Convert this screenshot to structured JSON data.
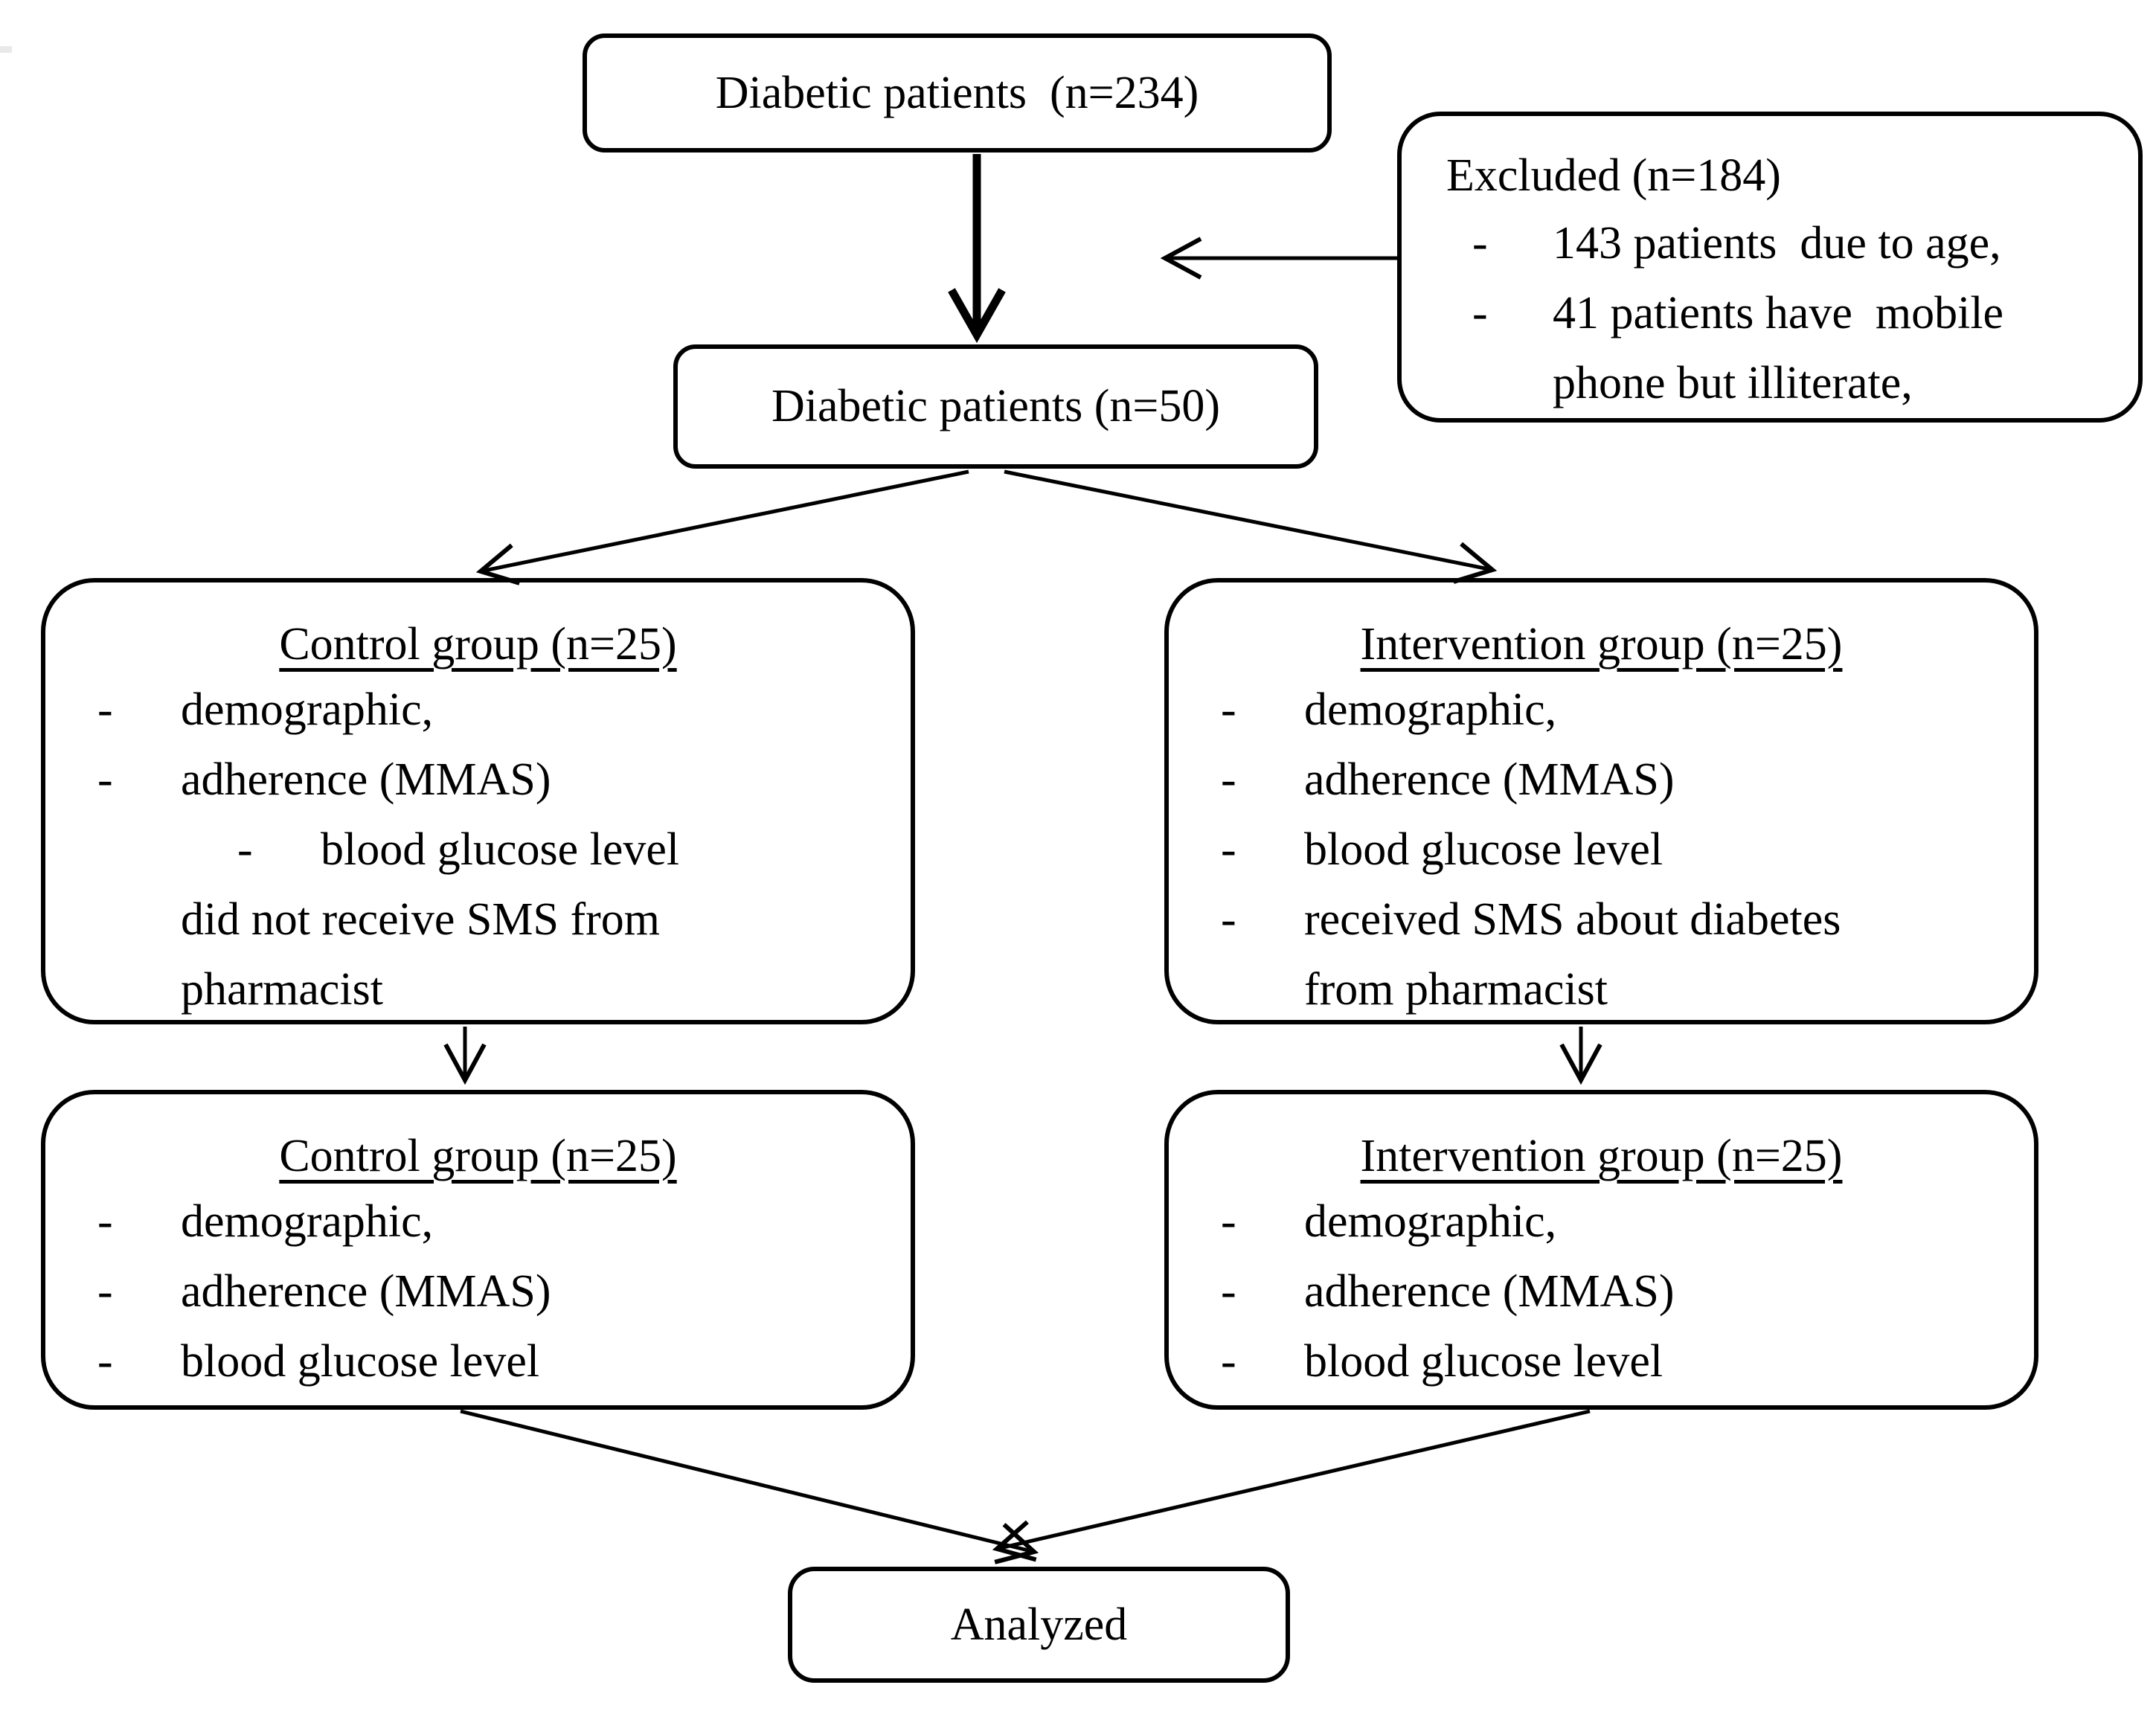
{
  "flowchart": {
    "bullet_char": "-",
    "screened": {
      "label": "Diabetic patients  (n=234)"
    },
    "excluded": {
      "title": "Excluded (n=184)",
      "bullet1": "143 patients  due to age,",
      "bullet2_line1": "41 patients have  mobile",
      "bullet2_line2": "phone but illiterate,"
    },
    "eligible": {
      "label": "Diabetic patients (n=50)"
    },
    "control_allocation": {
      "title": "Control group (n=25)",
      "bullet1": "demographic,",
      "bullet2": "adherence (MMAS)",
      "bullet3": "blood glucose level",
      "note_line1": "did not receive SMS from",
      "note_line2": "pharmacist"
    },
    "intervention_allocation": {
      "title": "Intervention group (n=25)",
      "bullet1": "demographic,",
      "bullet2": "adherence (MMAS)",
      "bullet3": "blood glucose level",
      "bullet4_line1": "received SMS about diabetes",
      "bullet4_line2": "from pharmacist"
    },
    "control_followup": {
      "title": "Control group (n=25)",
      "bullet1": "demographic,",
      "bullet2": "adherence (MMAS)",
      "bullet3": "blood glucose level"
    },
    "intervention_followup": {
      "title": "Intervention group (n=25)",
      "bullet1": "demographic,",
      "bullet2": "adherence (MMAS)",
      "bullet3": "blood glucose level"
    },
    "analyzed": {
      "label": "Analyzed"
    },
    "colors": {
      "ink": "#000000",
      "background": "#ffffff"
    }
  }
}
